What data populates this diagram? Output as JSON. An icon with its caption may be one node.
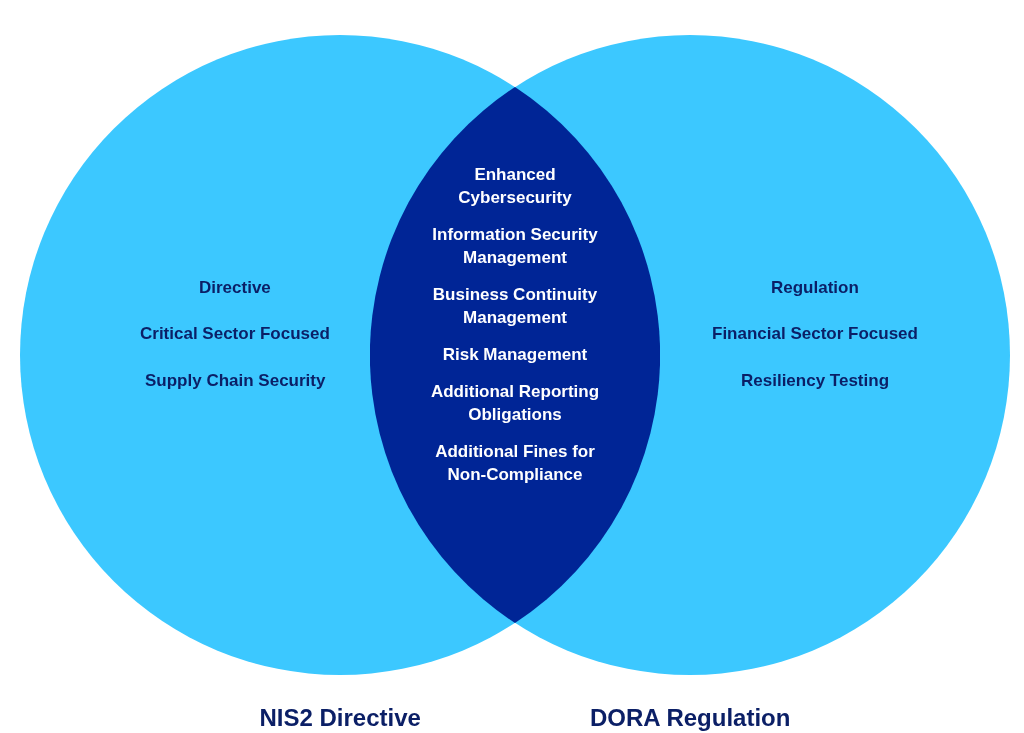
{
  "diagram": {
    "nodes": [
      {
        "text": [
          "NIS2 Directive",
          "Directive",
          "Critical Sector Focused",
          "Supply Chain Security"
        ]
      },
      {
        "text": [
          "DORA Regulation",
          "Regulation",
          "Financial Sector Focused",
          "Resiliency Testing"
        ]
      },
      {
        "text": [
          "Enhanced Cybersecurity",
          "Information Security Management",
          "Business Continuity Management",
          "Risk Management",
          "Additional Reporting Obligations",
          "Additional Fines for Non-Compliance"
        ]
      }
    ]
  }
}
